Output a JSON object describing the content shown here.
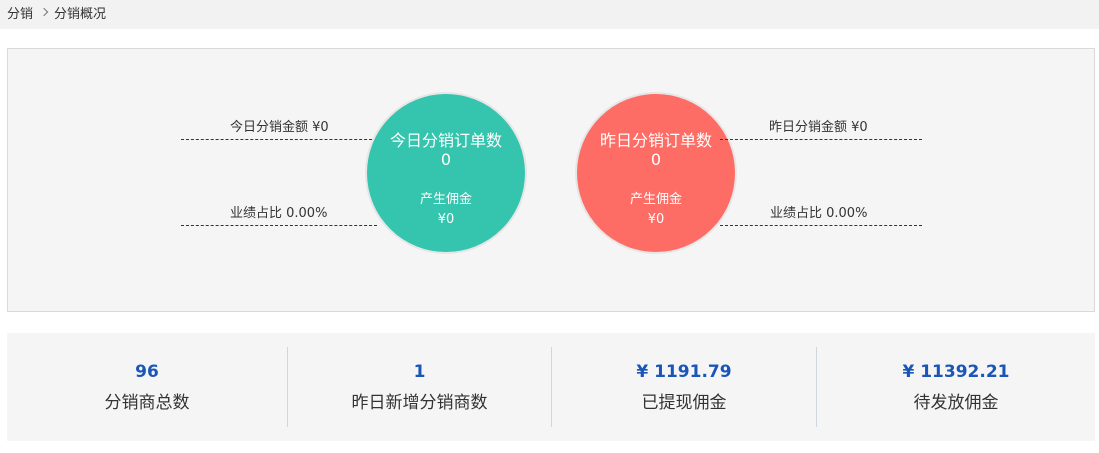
{
  "breadcrumb": {
    "root": "分销",
    "current": "分销概况"
  },
  "today": {
    "title": "今日分销订单数",
    "count": "0",
    "commission_label": "产生佣金",
    "commission_value": "¥0",
    "amount_label": "今日分销金额 ¥0",
    "ratio_label": "业绩占比 0.00%",
    "color": "#35c4ad"
  },
  "yesterday": {
    "title": "昨日分销订单数",
    "count": "0",
    "commission_label": "产生佣金",
    "commission_value": "¥0",
    "amount_label": "昨日分销金额 ¥0",
    "ratio_label": "业绩占比 0.00%",
    "color": "#fd6d65"
  },
  "summary": [
    {
      "value": "96",
      "label": "分销商总数"
    },
    {
      "value": "1",
      "label": "昨日新增分销商数"
    },
    {
      "value": "¥ 1191.79",
      "label": "已提现佣金"
    },
    {
      "value": "¥ 11392.21",
      "label": "待发放佣金"
    }
  ],
  "colors": {
    "value_blue": "#1a56b8"
  }
}
